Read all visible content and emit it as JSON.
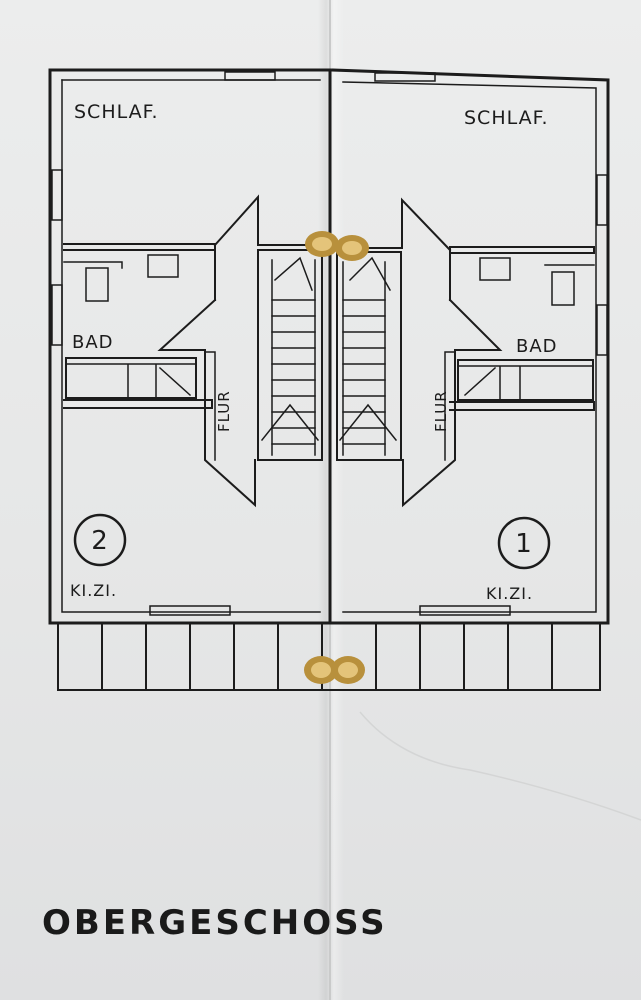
{
  "plan": {
    "left_unit": {
      "bedroom_label": "SCHLAF.",
      "bath_label": "BAD",
      "hall_label": "FLUR",
      "childroom_label": "KI.ZI.",
      "unit_number": "2"
    },
    "right_unit": {
      "bedroom_label": "SCHLAF.",
      "bath_label": "BAD",
      "hall_label": "FLUR",
      "childroom_label": "KI.ZI.",
      "unit_number": "1"
    },
    "floor_title": "OBERGESCHOSS"
  },
  "colors": {
    "ink": "#1c1c1c",
    "paper": "#e9eaea",
    "punch_hole": "#c9a24a"
  }
}
